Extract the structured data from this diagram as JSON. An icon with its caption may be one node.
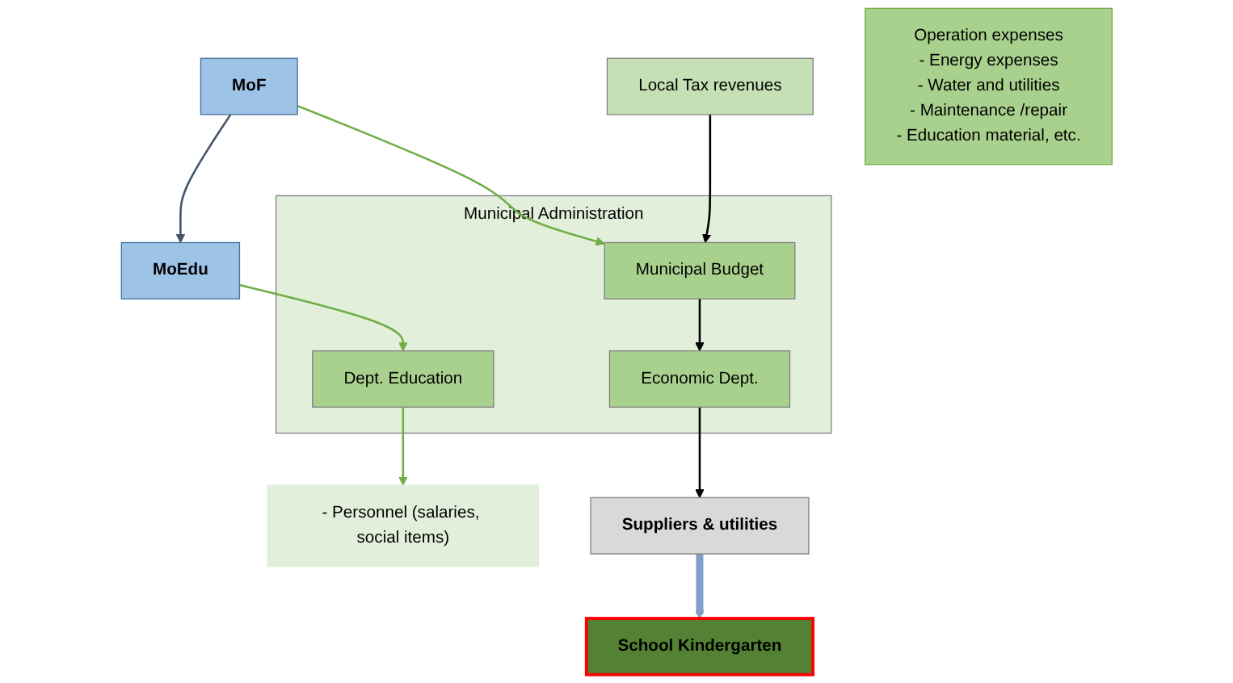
{
  "diagram": {
    "nodes": [
      {
        "text": [
          "MoF"
        ]
      },
      {
        "text": [
          "MoEdu"
        ]
      },
      {
        "text": [
          "Local Tax revenues"
        ]
      },
      {
        "text": [
          "Municipal Administration"
        ]
      },
      {
        "text": [
          "Municipal Budget"
        ],
        "in": 3
      },
      {
        "text": [
          "Dept. Education"
        ],
        "in": 3
      },
      {
        "text": [
          "Economic Dept."
        ],
        "in": 3
      },
      {
        "text": [
          "Operation expenses",
          "- Energy expenses",
          "- Water and utilities",
          "- Maintenance /repair",
          "- Education material, etc."
        ]
      },
      {
        "text": [
          "- Personnel (salaries, social items)"
        ]
      },
      {
        "text": [
          "School Kindergarten"
        ]
      },
      {
        "text": [
          "Suppliers & utilities"
        ]
      }
    ],
    "edges": [
      {
        "from": 0,
        "to": 1,
        "arrow": "to",
        "color": "#44546a"
      },
      {
        "from": 0,
        "to": 4,
        "arrow": "to",
        "color": "#70ad47"
      },
      {
        "from": 1,
        "to": 5,
        "arrow": "to",
        "color": "#70ad47"
      },
      {
        "from": 2,
        "to": 4,
        "arrow": "to",
        "color": "#000000"
      },
      {
        "from": 4,
        "to": 6,
        "arrow": "to",
        "color": "#000000"
      },
      {
        "from": 5,
        "to": 8,
        "arrow": "to",
        "color": "#70ad47"
      },
      {
        "from": 6,
        "to": 10,
        "arrow": "to",
        "color": "#000000"
      },
      {
        "from": 10,
        "to": 9,
        "arrow": "to",
        "style": "thick",
        "color": "#7f9fc8"
      }
    ]
  }
}
